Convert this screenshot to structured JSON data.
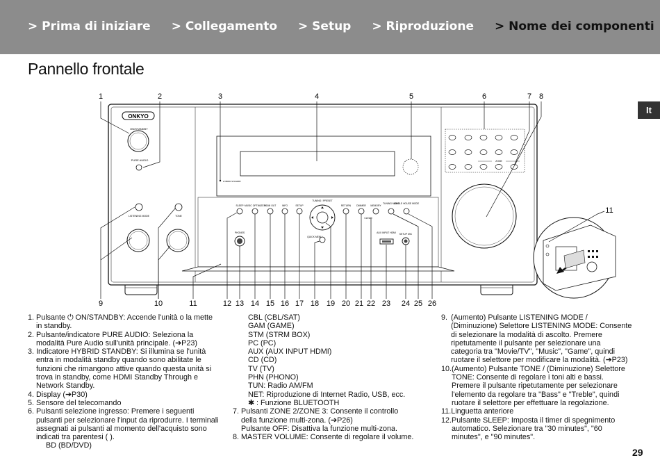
{
  "nav": {
    "items": [
      "> Prima di iniziare",
      "> Collegamento",
      "> Setup",
      "> Riproduzione",
      "> Nome dei componenti"
    ]
  },
  "page_title": "Pannello frontale",
  "lang_tab": "It",
  "page_number": "29",
  "figure": {
    "brand": "ONKYO",
    "panel_labels": {
      "on_standby": "ON/STANDBY",
      "pure_audio": "PURE AUDIO",
      "hybrid_standby": "HYBRID STANDBY",
      "listening_mode": "LISTENING MODE",
      "tone": "TONE",
      "sleep": "SLEEP",
      "music_optimizer": "MUSIC OPTIMIZER",
      "hdmi_out": "HDMI OUT",
      "info": "INFO",
      "setup": "SETUP",
      "tuning_preset": "TUNING / PRESET",
      "return": "RETURN",
      "dimmer": "DIMMER",
      "memory": "MEMORY",
      "tuning_mode": "TUNING MODE",
      "whole_house_mode": "WHOLE HOUSE MODE",
      "phones": "PHONES",
      "quick_menu": "QUICK MENU",
      "aux_input_hdmi": "AUX INPUT HDMI",
      "setup_mic": "SETUP MIC",
      "clear": "CLEAR",
      "zone": "ZONE"
    },
    "callouts_top": [
      "1",
      "2",
      "3",
      "4",
      "5",
      "6",
      "7",
      "8"
    ],
    "callout_11_side": "11",
    "callouts_bottom": [
      "9",
      "10",
      "11",
      "12",
      "13",
      "14",
      "15",
      "16",
      "17",
      "18",
      "19",
      "20",
      "21",
      "22",
      "23",
      "24",
      "25",
      "26"
    ]
  },
  "col1": [
    {
      "n": "1.",
      "t": "Pulsante ⏻ ON/STANDBY: Accende l'unità o la mette in standby."
    },
    {
      "n": "2.",
      "t": "Pulsante/indicatore PURE AUDIO: Seleziona la modalità Pure Audio sull'unità principale. (➔P23)"
    },
    {
      "n": "3.",
      "t": "Indicatore HYBRID STANDBY: Si illumina se l'unità entra in modalità standby quando sono abilitate le funzioni che rimangono attive quando questa unità si trova in standby, come HDMI Standby Through e Network Standby."
    },
    {
      "n": "4.",
      "t": "Display (➔P30)"
    },
    {
      "n": "5.",
      "t": "Sensore del telecomando"
    },
    {
      "n": "6.",
      "t": "Pulsanti selezione ingresso: Premere i seguenti pulsanti per selezionare l'input da riprodurre. I terminali assegnati ai pulsanti al momento dell'acquisto sono indicati tra parentesi ( )."
    }
  ],
  "col1_sub": "BD (BD/DVD)",
  "col2_sub": [
    "CBL (CBL/SAT)",
    "GAM (GAME)",
    "STM (STRM BOX)",
    "PC (PC)",
    "AUX (AUX INPUT HDMI)",
    "CD (CD)",
    "TV (TV)",
    "PHN (PHONO)",
    "TUN: Radio AM/FM",
    "NET: Riproduzione di Internet Radio, USB, ecc.",
    "✱ : Funzione BLUETOOTH"
  ],
  "col2": [
    {
      "n": "7.",
      "t": "Pulsanti ZONE 2/ZONE 3: Consente il controllo della funzione multi-zona. (➔P26)"
    },
    {
      "n": "",
      "t": "Pulsante OFF: Disattiva la funzione multi-zona."
    },
    {
      "n": "8.",
      "t": "MASTER VOLUME: Consente di regolare il volume."
    }
  ],
  "col3": [
    {
      "n": "9.",
      "t": "(Aumento) Pulsante LISTENING MODE / (Diminuzione) Selettore LISTENING MODE: Consente di selezionare la modalità di ascolto. Premere ripetutamente il pulsante per selezionare una categoria tra \"Movie/TV\", \"Music\", \"Game\", quindi ruotare il selettore per modificare la modalità. (➔P23)"
    },
    {
      "n": "10.",
      "t": "(Aumento) Pulsante TONE / (Diminuzione) Selettore TONE: Consente di regolare i toni alti e bassi. Premere il pulsante ripetutamente per selezionare l'elemento da regolare tra \"Bass\" e \"Treble\", quindi ruotare il selettore per effettuare la regolazione."
    },
    {
      "n": "11.",
      "t": "Linguetta anteriore"
    },
    {
      "n": "12.",
      "t": "Pulsante SLEEP: Imposta il timer di spegnimento automatico. Selezionare tra \"30 minutes\", \"60 minutes\", e \"90 minutes\"."
    }
  ]
}
